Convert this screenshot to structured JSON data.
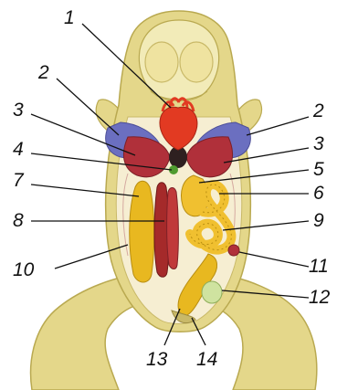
{
  "diagram": {
    "callouts": [
      {
        "id": "c1",
        "text": "1"
      },
      {
        "id": "c2l",
        "text": "2"
      },
      {
        "id": "c2r",
        "text": "2"
      },
      {
        "id": "c3l",
        "text": "3"
      },
      {
        "id": "c3r",
        "text": "3"
      },
      {
        "id": "c4",
        "text": "4"
      },
      {
        "id": "c5",
        "text": "5"
      },
      {
        "id": "c6",
        "text": "6"
      },
      {
        "id": "c7",
        "text": "7"
      },
      {
        "id": "c8",
        "text": "8"
      },
      {
        "id": "c9",
        "text": "9"
      },
      {
        "id": "c10",
        "text": "10"
      },
      {
        "id": "c11",
        "text": "11"
      },
      {
        "id": "c12",
        "text": "12"
      },
      {
        "id": "c13",
        "text": "13"
      },
      {
        "id": "c14",
        "text": "14"
      }
    ],
    "colors": {
      "skin": "#e4d78a",
      "skin_dark": "#b9a950",
      "skin_light": "#f2ebb8",
      "cavity": "#f6eed2",
      "heart": "#e23a22",
      "lung_blue": "#6b6fc0",
      "liver": "#b0303a",
      "intestine": "#f0c030",
      "fat_body": "#e8b820",
      "kidney": "#a52a2a",
      "bladder": "#cfe3a0",
      "gallbladder": "#4f9b2f"
    }
  }
}
